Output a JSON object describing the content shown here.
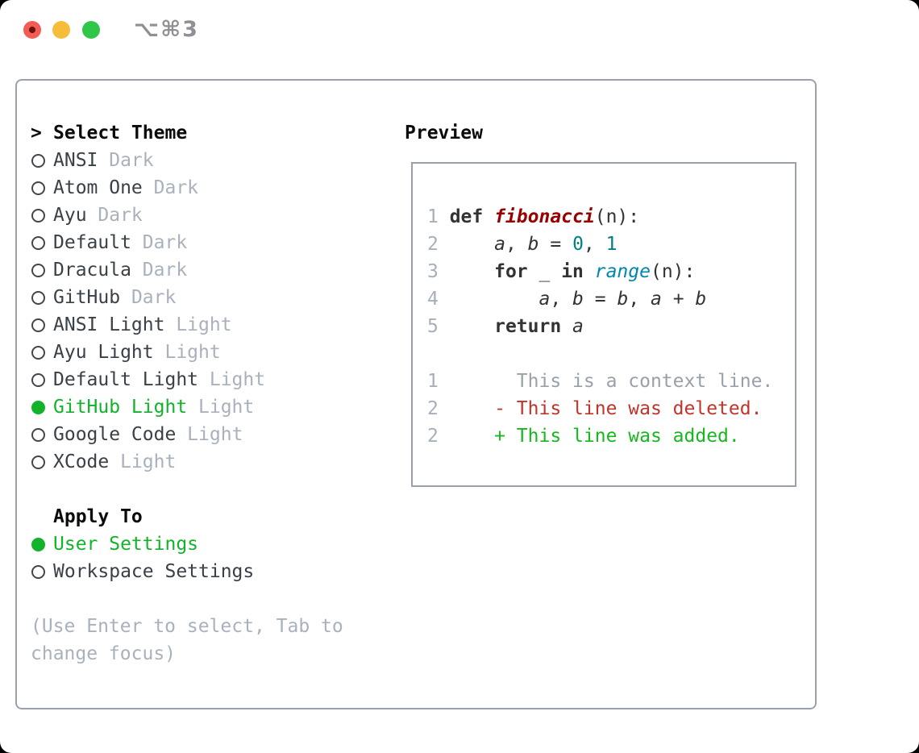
{
  "titlebar": {
    "title": "⌥⌘3",
    "buttons": [
      "close",
      "minimize",
      "zoom"
    ]
  },
  "colors": {
    "ui_selected_green": "#12b32b",
    "muted_gray": "#a9b1bd",
    "item_text": "#3a4047",
    "panel_border": "#9aa1ab",
    "code_function_red": "#990000",
    "code_number_teal": "#008080",
    "code_builtin_blue": "#0086b3",
    "diff_deleted_red": "#c2342a",
    "diff_added_green": "#17b81f",
    "traffic_red": "#f25c54",
    "traffic_yellow": "#f6bd3a",
    "traffic_green": "#30c748"
  },
  "theme_panel": {
    "header_cursor": ">",
    "header_label": "Select Theme",
    "items": [
      {
        "name": "ANSI",
        "variant": "Dark",
        "selected": false
      },
      {
        "name": "Atom One",
        "variant": "Dark",
        "selected": false
      },
      {
        "name": "Ayu",
        "variant": "Dark",
        "selected": false
      },
      {
        "name": "Default",
        "variant": "Dark",
        "selected": false
      },
      {
        "name": "Dracula",
        "variant": "Dark",
        "selected": false
      },
      {
        "name": "GitHub",
        "variant": "Dark",
        "selected": false
      },
      {
        "name": "ANSI Light",
        "variant": "Light",
        "selected": false
      },
      {
        "name": "Ayu Light",
        "variant": "Light",
        "selected": false
      },
      {
        "name": "Default Light",
        "variant": "Light",
        "selected": false
      },
      {
        "name": "GitHub Light",
        "variant": "Light",
        "selected": true
      },
      {
        "name": "Google Code",
        "variant": "Light",
        "selected": false
      },
      {
        "name": "XCode",
        "variant": "Light",
        "selected": false
      }
    ],
    "apply_header": "Apply To",
    "apply_options": [
      {
        "name": "User Settings",
        "selected": true
      },
      {
        "name": "Workspace Settings",
        "selected": false
      }
    ],
    "hint_lines": [
      "(Use Enter to select, Tab to",
      "change focus)"
    ]
  },
  "preview": {
    "header_label": "Preview",
    "code_lines": [
      {
        "num": "1",
        "segments": [
          {
            "text": "def ",
            "token": "keyword"
          },
          {
            "text": "fibonacci",
            "token": "function"
          },
          {
            "text": "(n):",
            "token": "plain"
          }
        ]
      },
      {
        "num": "2",
        "segments": [
          {
            "text": "    ",
            "token": "plain"
          },
          {
            "text": "a",
            "token": "variable"
          },
          {
            "text": ", ",
            "token": "plain"
          },
          {
            "text": "b",
            "token": "variable"
          },
          {
            "text": " = ",
            "token": "plain"
          },
          {
            "text": "0",
            "token": "number"
          },
          {
            "text": ", ",
            "token": "plain"
          },
          {
            "text": "1",
            "token": "number"
          }
        ]
      },
      {
        "num": "3",
        "segments": [
          {
            "text": "    ",
            "token": "plain"
          },
          {
            "text": "for ",
            "token": "keyword"
          },
          {
            "text": "_ ",
            "token": "plain"
          },
          {
            "text": "in ",
            "token": "keyword"
          },
          {
            "text": "range",
            "token": "builtin"
          },
          {
            "text": "(n):",
            "token": "plain"
          }
        ]
      },
      {
        "num": "4",
        "segments": [
          {
            "text": "        ",
            "token": "plain"
          },
          {
            "text": "a",
            "token": "variable"
          },
          {
            "text": ", ",
            "token": "plain"
          },
          {
            "text": "b",
            "token": "variable"
          },
          {
            "text": " = ",
            "token": "plain"
          },
          {
            "text": "b",
            "token": "variable"
          },
          {
            "text": ", ",
            "token": "plain"
          },
          {
            "text": "a",
            "token": "variable"
          },
          {
            "text": " + ",
            "token": "plain"
          },
          {
            "text": "b",
            "token": "variable"
          }
        ]
      },
      {
        "num": "5",
        "segments": [
          {
            "text": "    ",
            "token": "plain"
          },
          {
            "text": "return ",
            "token": "keyword"
          },
          {
            "text": "a",
            "token": "variable"
          }
        ]
      },
      {
        "num": "",
        "segments": []
      },
      {
        "num": "1",
        "segments": [
          {
            "text": "      This is a context line.",
            "token": "context"
          }
        ]
      },
      {
        "num": "2",
        "segments": [
          {
            "text": "    - This line was deleted.",
            "token": "deleted"
          }
        ]
      },
      {
        "num": "2",
        "segments": [
          {
            "text": "    + This line was added.",
            "token": "added"
          }
        ]
      }
    ]
  }
}
